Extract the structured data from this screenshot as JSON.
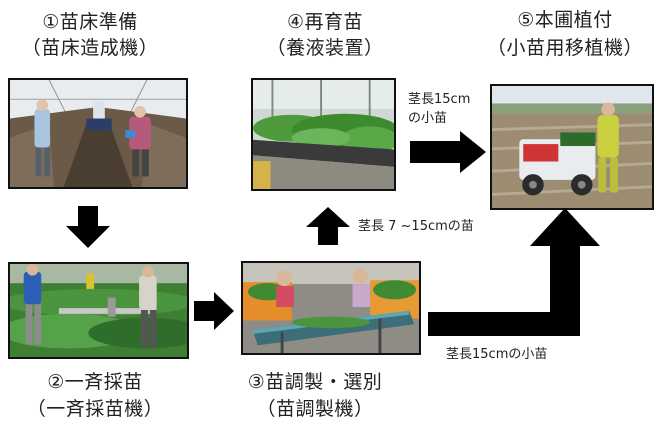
{
  "steps": [
    {
      "id": "1",
      "title": "①苗床準備",
      "subtitle": "（苗床造成機）"
    },
    {
      "id": "2",
      "title": "②一斉採苗",
      "subtitle": "（一斉採苗機）"
    },
    {
      "id": "3",
      "title": "③苗調製・選別",
      "subtitle": "（苗調製機）"
    },
    {
      "id": "4",
      "title": "④再育苗",
      "subtitle": "（養液装置）"
    },
    {
      "id": "5",
      "title": "⑤本圃植付",
      "subtitle": "（小苗用移植機）"
    }
  ],
  "labels": {
    "to_step5_line1": "茎長15cm",
    "to_step5_line2": "の小苗",
    "to_step4": "茎長 7 ~15cmの苗",
    "bottom_right": "茎長15cmの小苗"
  },
  "colors": {
    "arrow": "#000000",
    "frame": "#111111"
  }
}
